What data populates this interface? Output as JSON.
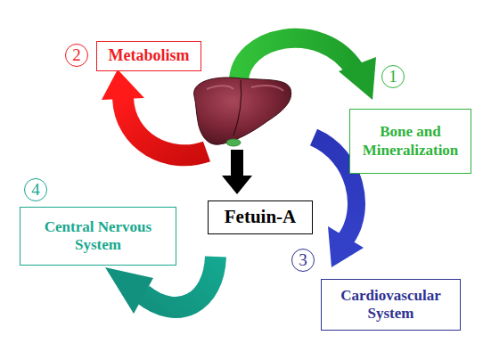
{
  "diagram": {
    "nodes": [
      {
        "text": [
          "Metabolism"
        ]
      },
      {
        "text": [
          "Bone and Mineralization"
        ]
      },
      {
        "text": [
          "Fetuin-A"
        ]
      },
      {
        "text": [
          "Central Nervous System"
        ]
      },
      {
        "text": [
          "Cardiovascular System"
        ]
      }
    ],
    "labels": [
      "2",
      "1",
      "4",
      "3"
    ]
  }
}
